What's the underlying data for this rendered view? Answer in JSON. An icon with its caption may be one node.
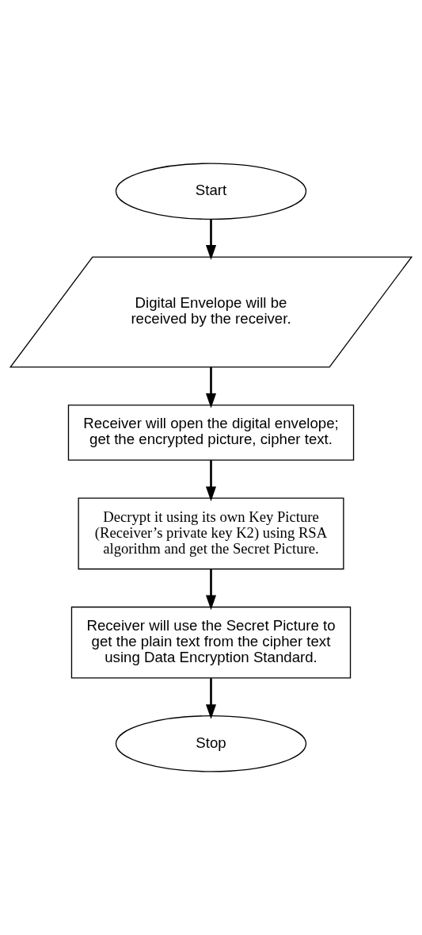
{
  "diagram": {
    "nodes": [
      {
        "text": [
          "Start"
        ]
      },
      {
        "text": [
          "Digital Envelope will be received by the receiver."
        ]
      },
      {
        "text": [
          "Receiver will open the digital envelope; get the encrypted picture, cipher text."
        ]
      },
      {
        "text": [
          "Decrypt it using its own Key Picture (Receiver’s private key K2) using RSA algorithm and get the Secret Picture."
        ]
      },
      {
        "text": [
          "Receiver will use the Secret Picture to get the plain text from the cipher text using Data Encryption Standard."
        ]
      },
      {
        "text": [
          "Stop"
        ]
      }
    ],
    "edges": [
      {
        "from": 0,
        "to": 1,
        "arrow": "to"
      },
      {
        "from": 1,
        "to": 2,
        "arrow": "to"
      },
      {
        "from": 2,
        "to": 3,
        "arrow": "to"
      },
      {
        "from": 3,
        "to": 4,
        "arrow": "to"
      },
      {
        "from": 4,
        "to": 5,
        "arrow": "to"
      }
    ]
  }
}
